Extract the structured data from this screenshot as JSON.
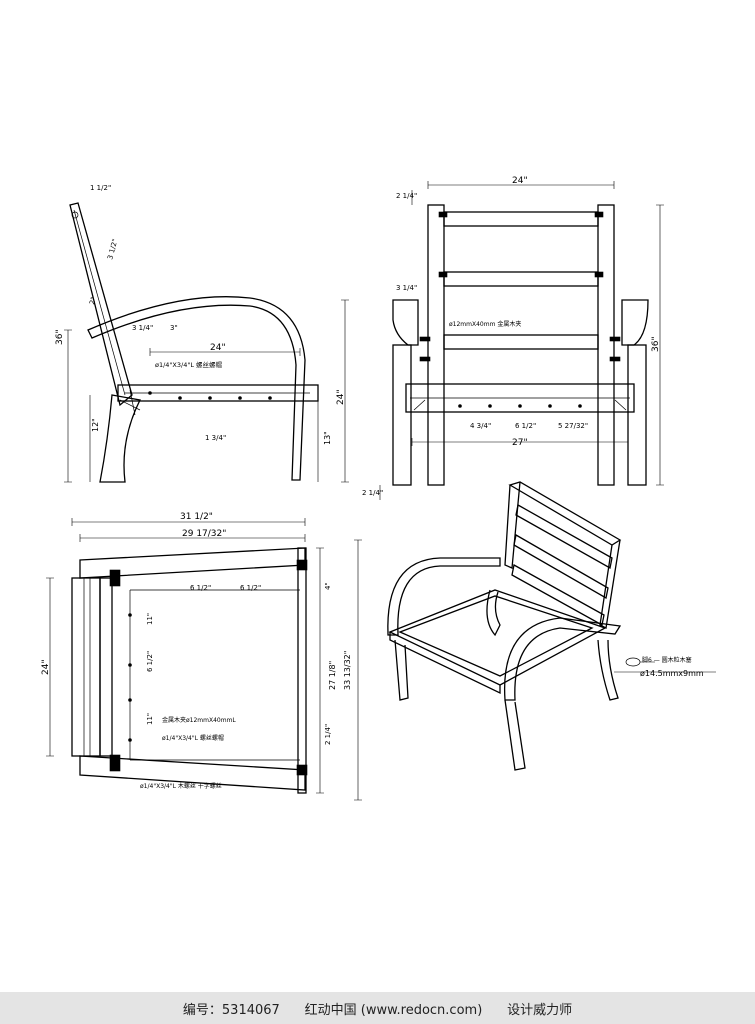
{
  "side_view": {
    "top_rail": "1 1/2\"",
    "angle_dim": "3 1/2\"",
    "post_dim": "2\"",
    "arm_thick": "3 1/4\"",
    "height": "36\"",
    "depth": "24\"",
    "bolt_spec": "ø1/4\"X3/4\"L 螺丝螺帽",
    "leg_spacing": "3\"",
    "front_height": "24\"",
    "seat_height_back": "12\"",
    "seat_height_front": "13\"",
    "bottom_dim": "1 3/4\""
  },
  "front_view": {
    "top_width": "24\"",
    "side_offset": "2 1/4\"",
    "arm_offset": "3 1/4\"",
    "screw_note": "ø12mmX40mm 金属木夹",
    "height": "36\"",
    "dim_a": "4 3/4\"",
    "dim_b": "6 1/2\"",
    "dim_c": "5 27/32\"",
    "inner_width": "27\"",
    "bottom_dim": "2 1/4\""
  },
  "top_view": {
    "overall": "31 1/2\"",
    "inner": "29 17/32\"",
    "left_height": "24\"",
    "side_dim": "4\"",
    "dim_1": "6 1/2\"",
    "dim_2": "6 1/2\"",
    "dim_3": "11\"",
    "dim_4": "6 1/2\"",
    "dim_5": "11\"",
    "right_dim_1": "27 1/8\"",
    "right_dim_2": "33 13/32\"",
    "right_dim_3": "2 1/4\"",
    "screw_note": "金属木夹ø12mmX40mmL",
    "bolt_note": "ø1/4\"X3/4\"L 螺丝螺帽",
    "bottom_note": "ø1/4\"X3/4\"L 木螺丝 十字螺丝"
  },
  "iso_view": {
    "foot_label": "脚6 — 圆木粒木塞",
    "foot_size": "ø14.5mmx9mm"
  },
  "footer": {
    "id_label": "编号：5314067",
    "site": "红动中国 (www.redocn.com)",
    "slogan": "设计威力师"
  }
}
